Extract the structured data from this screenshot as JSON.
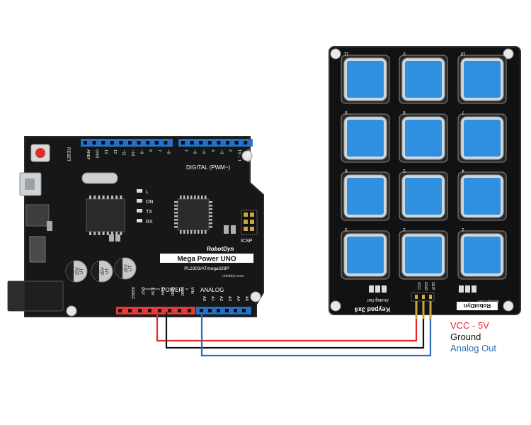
{
  "board": {
    "reset_label": "RESET",
    "digital_label": "DIGITAL (PWM~)",
    "tx_label": "TX→ 1",
    "rx_label": "RX← 0",
    "on_label": "ON",
    "l_label": "L",
    "tx_led_label": "TX",
    "rx_led_label": "RX",
    "icsp_label": "ICSP",
    "brand": "RobotDyn",
    "model": "Mega Power UNO",
    "chip_text": "PL2303/ATmega328P",
    "website": "robotdyn.com",
    "power_label": "POWER",
    "analog_label": "ANALOG",
    "digital_pins": [
      "AREF",
      "GND",
      "13",
      "12",
      "~11",
      "~10",
      "~9",
      "8",
      "7",
      "~6",
      "~5",
      "4",
      "~3",
      "2",
      "TX→ 1",
      "RX← 0"
    ],
    "power_pins": [
      "IOREF",
      "RST",
      "3.3V",
      "5.0V",
      "GND",
      "GND",
      "VIN"
    ],
    "analog_pins": [
      "A0",
      "A1",
      "A2",
      "A3",
      "A4",
      "A5"
    ],
    "capacitors": [
      {
        "value": "47",
        "voltage": "35V",
        "code": "UT"
      },
      {
        "value": "47",
        "voltage": "35V",
        "code": "UT"
      },
      {
        "value": "47",
        "voltage": "35V",
        "code": "UT"
      }
    ]
  },
  "keypad": {
    "title": "Keypad 3x4",
    "analog_out": "Analog Out",
    "website": "robotdyn.com",
    "brand": "RobotDyn",
    "header_pins": [
      "VCC",
      "GND",
      "OUT"
    ],
    "key_labels": [
      "11",
      "0",
      "10",
      "9",
      "8",
      "7",
      "6",
      "5",
      "4",
      "3",
      "2",
      "1"
    ],
    "key_color": "#2f8fe0"
  },
  "legend": [
    {
      "text": "VCC - 5V",
      "color": "#e8262d"
    },
    {
      "text": "Ground",
      "color": "#111111"
    },
    {
      "text": "Analog Out",
      "color": "#2e6db5"
    }
  ],
  "wires": [
    {
      "name": "vcc",
      "color": "#e8262d"
    },
    {
      "name": "ground",
      "color": "#111111"
    },
    {
      "name": "analog",
      "color": "#2e6db5"
    }
  ]
}
